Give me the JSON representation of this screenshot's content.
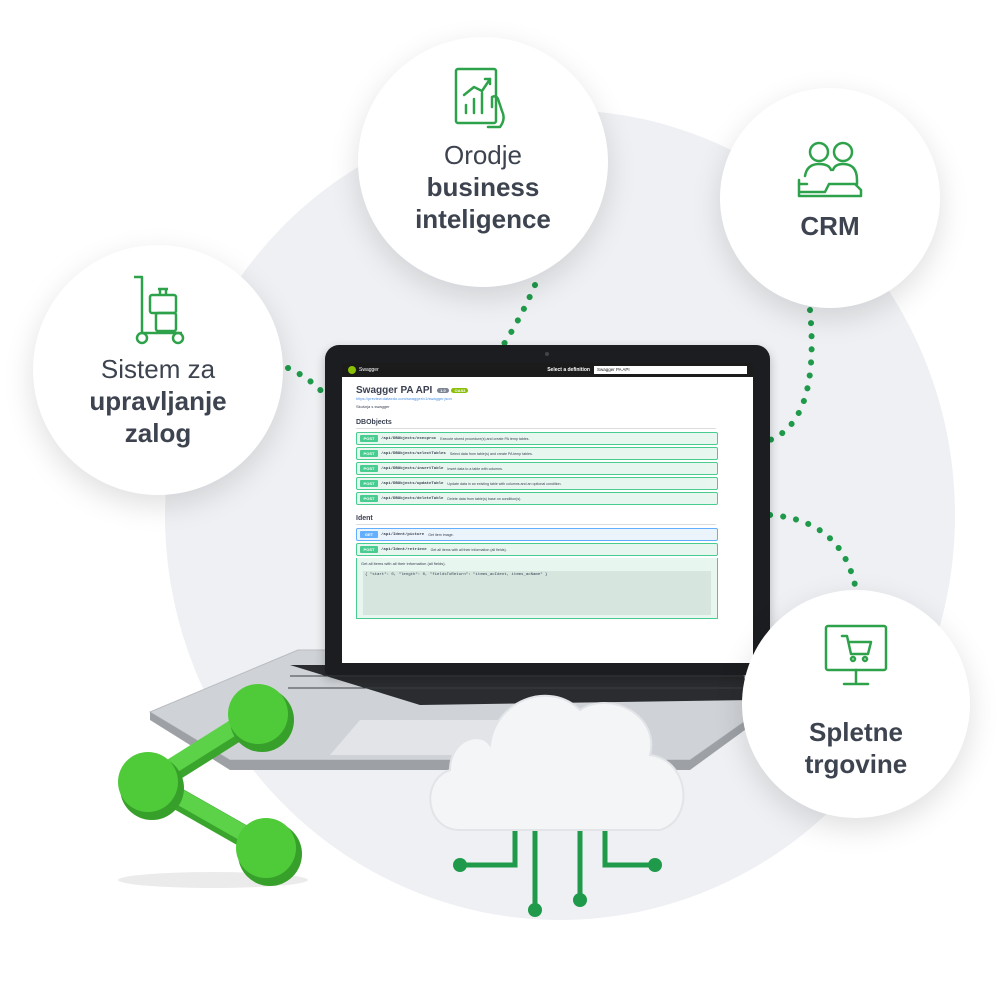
{
  "bubbles": {
    "zalog": {
      "line1": "Sistem za",
      "line2": "upravljanje",
      "line3": "zalog",
      "icon": "warehouse-cart-icon"
    },
    "bi": {
      "line1": "Orodje",
      "line2": "business",
      "line3": "inteligence",
      "icon": "chart-report-icon"
    },
    "crm": {
      "line1": "CRM",
      "icon": "customers-icon"
    },
    "splet": {
      "line1": "Spletne",
      "line2": "trgovine",
      "icon": "online-shop-icon"
    }
  },
  "swagger": {
    "app_name": "Swagger",
    "select_label": "Select a definition",
    "select_value": "Swagger PA API",
    "title": "Swagger PA API",
    "version_badge": "1.0",
    "oas_badge": "OAS3",
    "url": "https://preview.dataedo.com/swagger/v1/swagger.json",
    "description": "Skušnja s swagger",
    "section1": "DBObjects",
    "ops1": [
      {
        "method": "POST",
        "path": "/api/DBObjects/execproc",
        "desc": "Execute stored procedure(s) and create PA temp tables."
      },
      {
        "method": "POST",
        "path": "/api/DBObjects/selectTables",
        "desc": "Select data from table(s) and create PA temp tables."
      },
      {
        "method": "POST",
        "path": "/api/DBObjects/insertTable",
        "desc": "Insert data to a table with columns."
      },
      {
        "method": "POST",
        "path": "/api/DBObjects/updateTable",
        "desc": "Update data in an existing table with columns and an optional condition."
      },
      {
        "method": "POST",
        "path": "/api/DBObjects/deleteTable",
        "desc": "Delete data from table(s) base on condition(s)."
      }
    ],
    "section2": "Ident",
    "ops2": [
      {
        "method": "GET",
        "path": "/api/Ident/picture",
        "desc": "Get item image."
      },
      {
        "method": "POST",
        "path": "/api/Ident/retrieve",
        "desc": "Get all items with all their information (all fields)."
      }
    ],
    "expanded_text": "Get all items with all their information (all fields).",
    "code": "{ \"start\": 0, \"length\": 0, \"fieldsToReturn\": \"items_acIdent, items_acName\" }"
  },
  "colors": {
    "accent": "#2ea24a",
    "text": "#3d4450",
    "share_green": "#4bc437"
  }
}
